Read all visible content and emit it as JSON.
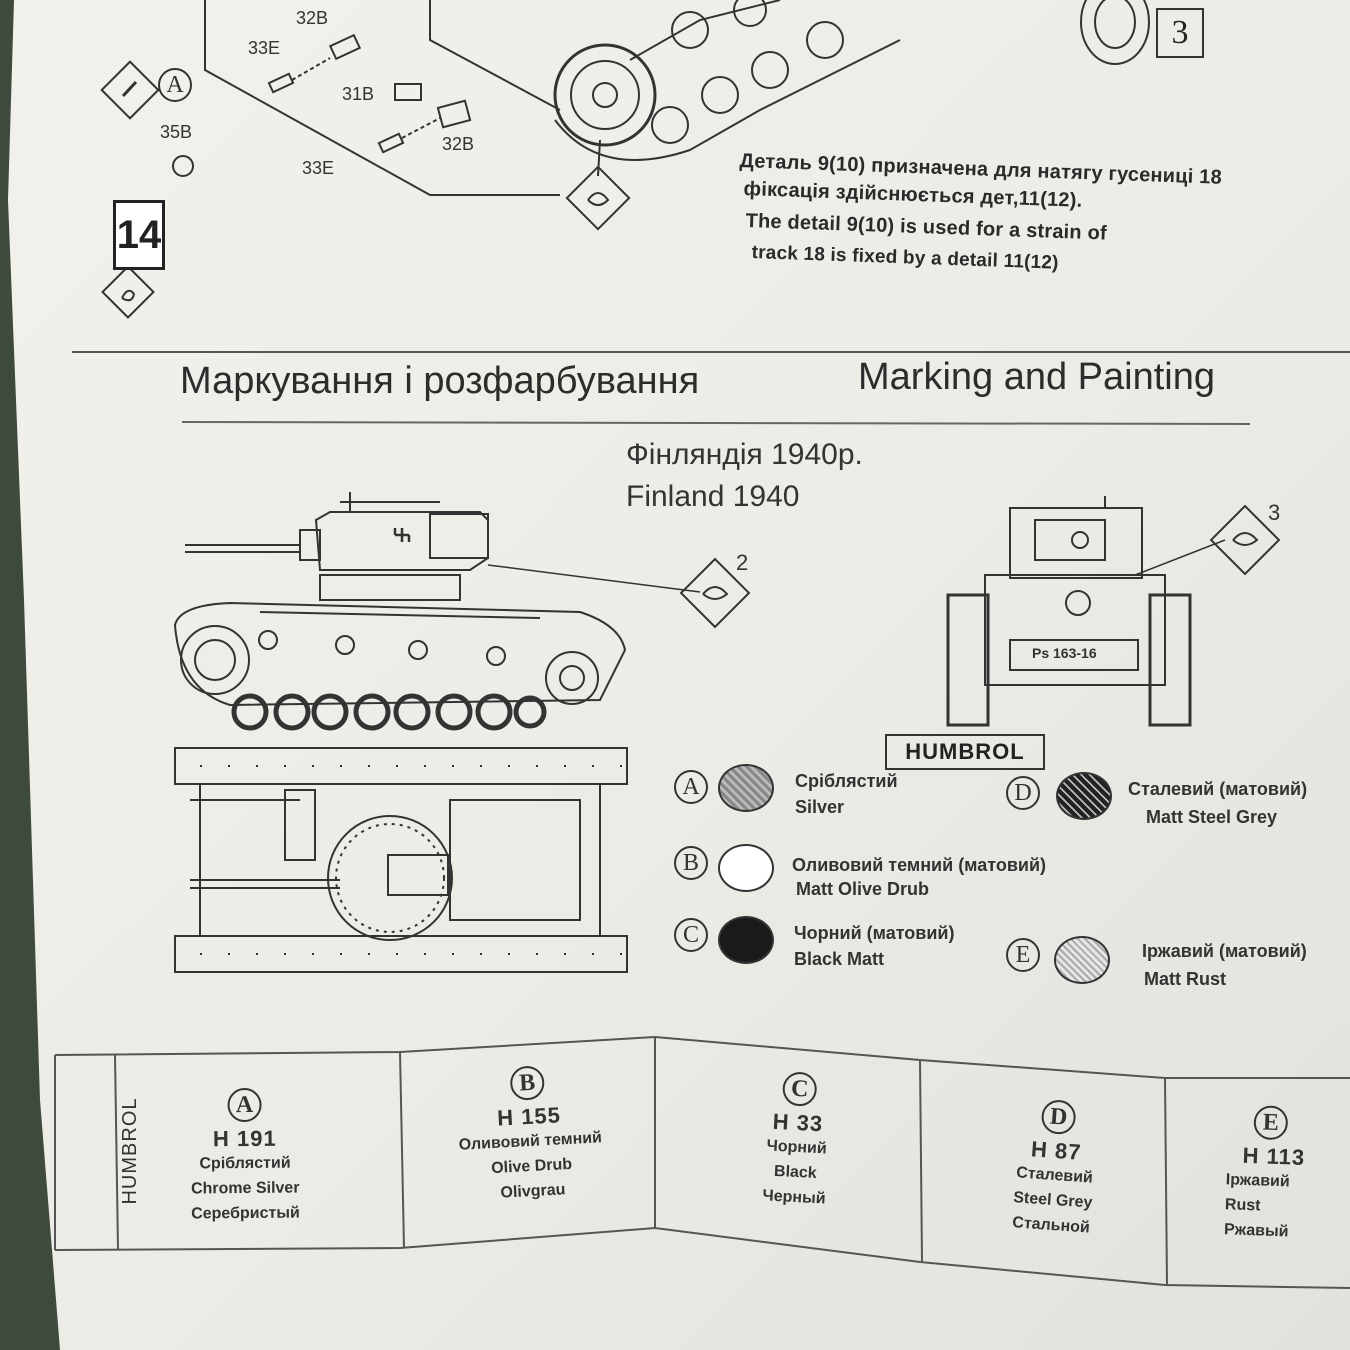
{
  "step": {
    "number": "14",
    "box_number": "3",
    "callout_a": "A",
    "parts": [
      "32B",
      "33E",
      "31B",
      "32B",
      "33E",
      "35B"
    ]
  },
  "note": {
    "lines": [
      "Деталь 9(10) призначена для натягу гусениці 18",
      "фіксація здійснюється дет,11(12).",
      "The detail 9(10) is  used for a strain of",
      "track 18 is fixed by a detail 11(12)"
    ]
  },
  "section": {
    "title_ua": "Маркування і розфарбування",
    "title_en": "Marking and Painting"
  },
  "scheme": {
    "title_ua": "Фінляндія 1940р.",
    "title_en": "Finland 1940",
    "decal_side": "2",
    "decal_front": "3",
    "plate": "Ps 163-16",
    "brand_label": "HUMBROL"
  },
  "legend": [
    {
      "letter": "A",
      "ua": "Сріблястий",
      "en": "Silver",
      "fill": "#8a8a8a"
    },
    {
      "letter": "B",
      "ua": "Оливовий темний (матовий)",
      "en": "Matt Olive Drub",
      "fill": "#ffffff"
    },
    {
      "letter": "C",
      "ua": "Чорний (матовий)",
      "en": "Black Matt",
      "fill": "#1a1a1a"
    },
    {
      "letter": "D",
      "ua": "Сталевий (матовий)",
      "en": "Matt Steel Grey",
      "fill": "#3a3a3a"
    },
    {
      "letter": "E",
      "ua": "Іржавий (матовий)",
      "en": "Matt Rust",
      "fill": "#bdbdbd"
    }
  ],
  "table": {
    "brand": "HUMBROL",
    "columns": [
      {
        "letter": "A",
        "code": "H 191",
        "l1": "Сріблястий",
        "l2": "Chrome Silver",
        "l3": "Серебристый"
      },
      {
        "letter": "B",
        "code": "H 155",
        "l1": "Оливовий темний",
        "l2": "Olive Drub",
        "l3": "Olivgrau"
      },
      {
        "letter": "C",
        "code": "H 33",
        "l1": "Чорний",
        "l2": "Black",
        "l3": "Черный"
      },
      {
        "letter": "D",
        "code": "H 87",
        "l1": "Сталевий",
        "l2": "Steel Grey",
        "l3": "Стальной"
      },
      {
        "letter": "E",
        "code": "H 113",
        "l1": "Іржавий",
        "l2": "Rust",
        "l3": "Ржавый"
      }
    ]
  }
}
